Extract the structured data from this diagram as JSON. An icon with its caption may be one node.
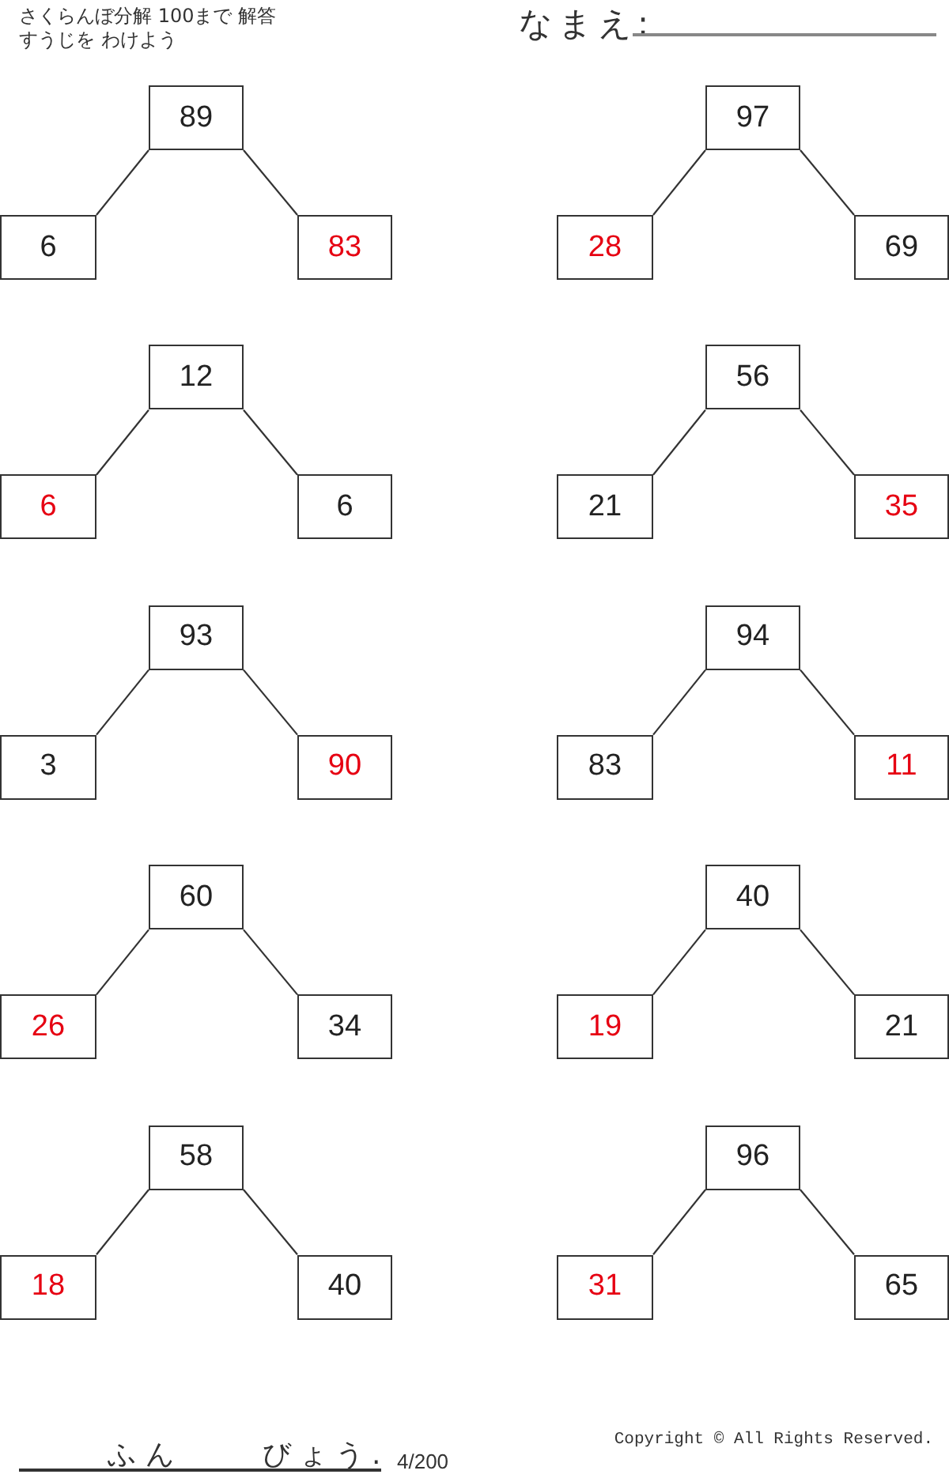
{
  "diagram": {
    "title": "さくらんぼ分解 100まで 解答",
    "nodes": [
      {
        "text": [
          "89"
        ]
      },
      {
        "text": [
          "6"
        ]
      },
      {
        "text": [
          "83"
        ]
      },
      {
        "text": [
          "97"
        ]
      },
      {
        "text": [
          "28"
        ]
      },
      {
        "text": [
          "69"
        ]
      },
      {
        "text": [
          "12"
        ]
      },
      {
        "text": [
          "6"
        ]
      },
      {
        "text": [
          "6"
        ]
      },
      {
        "text": [
          "56"
        ]
      },
      {
        "text": [
          "21"
        ]
      },
      {
        "text": [
          "35"
        ]
      },
      {
        "text": [
          "93"
        ]
      },
      {
        "text": [
          "3"
        ]
      },
      {
        "text": [
          "90"
        ]
      },
      {
        "text": [
          "94"
        ]
      },
      {
        "text": [
          "83"
        ]
      },
      {
        "text": [
          "11"
        ]
      },
      {
        "text": [
          "60"
        ]
      },
      {
        "text": [
          "26"
        ]
      },
      {
        "text": [
          "34"
        ]
      },
      {
        "text": [
          "40"
        ]
      },
      {
        "text": [
          "19"
        ]
      },
      {
        "text": [
          "21"
        ]
      },
      {
        "text": [
          "58"
        ]
      },
      {
        "text": [
          "18"
        ]
      },
      {
        "text": [
          "40"
        ]
      },
      {
        "text": [
          "96"
        ]
      },
      {
        "text": [
          "31"
        ]
      },
      {
        "text": [
          "65"
        ]
      }
    ],
    "edges": [
      {
        "from": 0,
        "to": 1,
        "arrow": "none"
      },
      {
        "from": 0,
        "to": 2,
        "arrow": "none"
      },
      {
        "from": 3,
        "to": 4,
        "arrow": "none"
      },
      {
        "from": 3,
        "to": 5,
        "arrow": "none"
      },
      {
        "from": 6,
        "to": 7,
        "arrow": "none"
      },
      {
        "from": 6,
        "to": 8,
        "arrow": "none"
      },
      {
        "from": 9,
        "to": 10,
        "arrow": "none"
      },
      {
        "from": 9,
        "to": 11,
        "arrow": "none"
      },
      {
        "from": 12,
        "to": 13,
        "arrow": "none"
      },
      {
        "from": 12,
        "to": 14,
        "arrow": "none"
      },
      {
        "from": 15,
        "to": 16,
        "arrow": "none"
      },
      {
        "from": 15,
        "to": 17,
        "arrow": "none"
      },
      {
        "from": 18,
        "to": 19,
        "arrow": "none"
      },
      {
        "from": 18,
        "to": 20,
        "arrow": "none"
      },
      {
        "from": 21,
        "to": 22,
        "arrow": "none"
      },
      {
        "from": 21,
        "to": 23,
        "arrow": "none"
      },
      {
        "from": 24,
        "to": 25,
        "arrow": "none"
      },
      {
        "from": 24,
        "to": 26,
        "arrow": "none"
      },
      {
        "from": 27,
        "to": 28,
        "arrow": "none"
      },
      {
        "from": 27,
        "to": 29,
        "arrow": "none"
      }
    ],
    "labels": [
      "すうじを わけよう",
      "なまえ:",
      "ふん",
      "びょう.",
      "4/200",
      "Copyright © All Rights Reserved."
    ]
  }
}
